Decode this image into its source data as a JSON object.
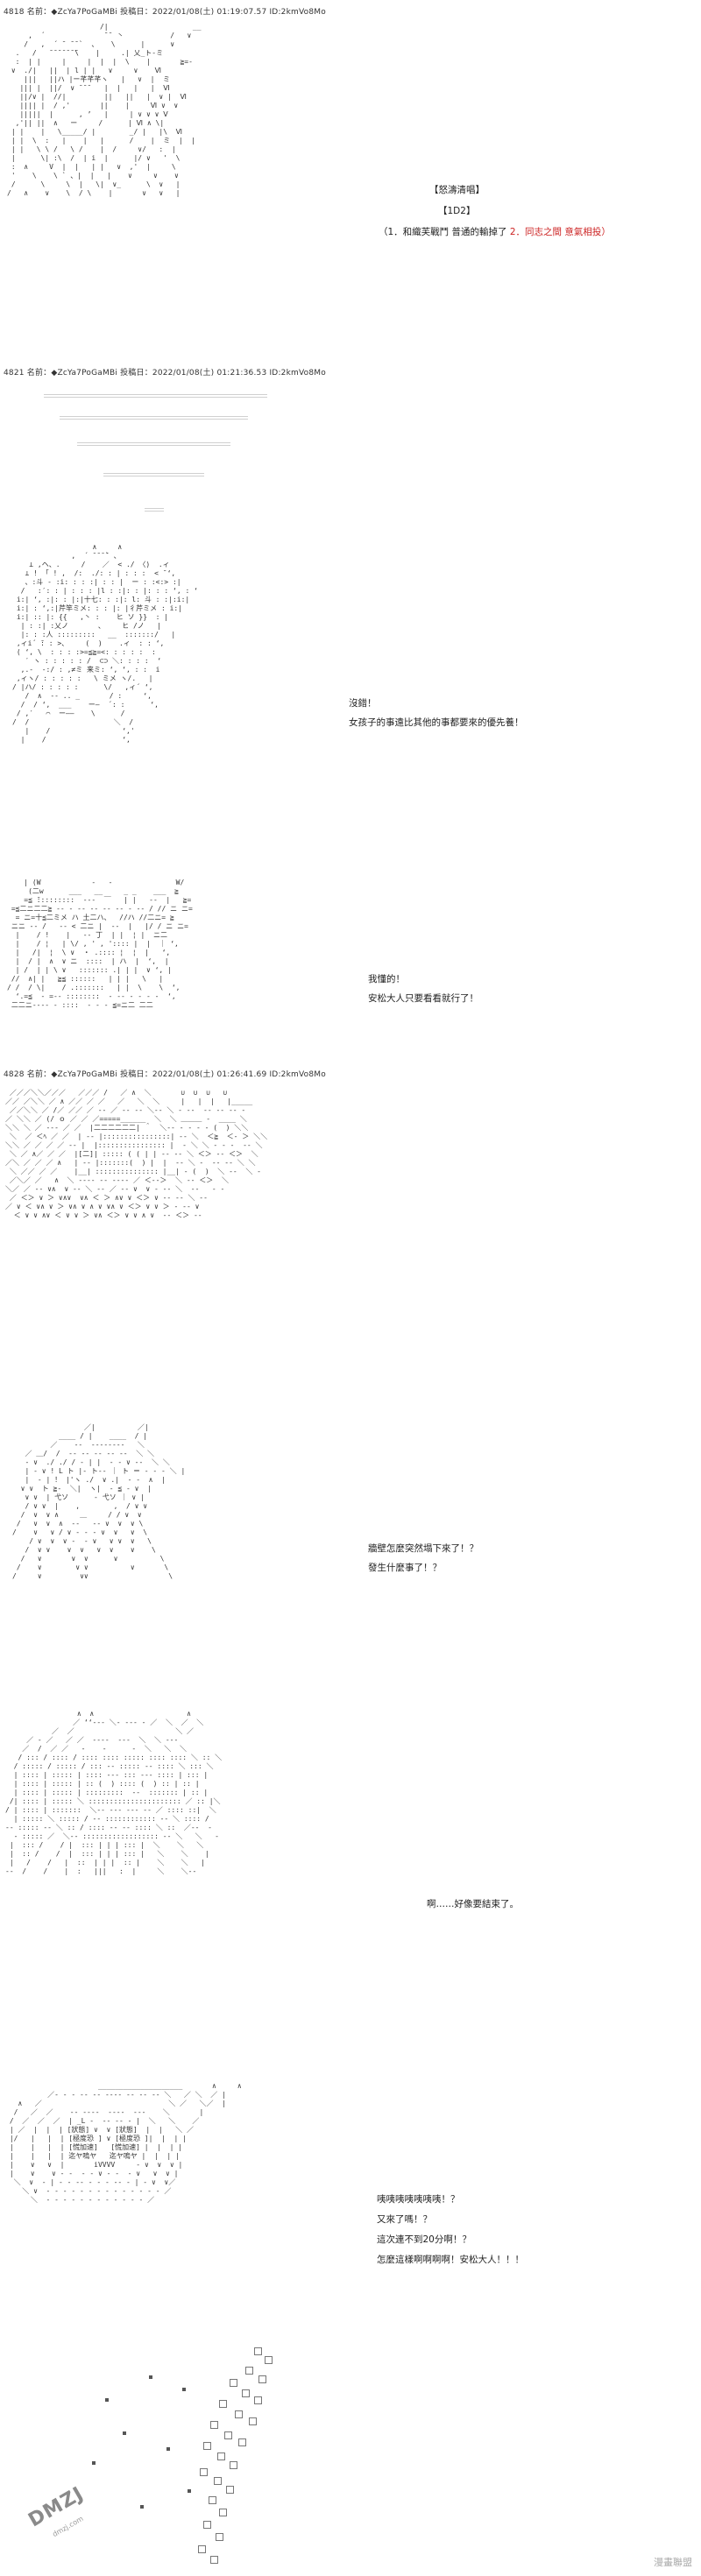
{
  "posts": [
    {
      "header": "4818 名前：◆ZcYa7PoGaMBi 投稿日：2022/01/08(土) 01:19:07.57 ID:2kmVo8Mo"
    },
    {
      "header": "4821 名前：◆ZcYa7PoGaMBi 投稿日：2022/01/08(土) 01:21:36.53 ID:2kmVo8Mo"
    },
    {
      "header": "4828 名前：◆ZcYa7PoGaMBi 投稿日：2022/01/08(土) 01:26:41.69 ID:2kmVo8Mo"
    }
  ],
  "scene1": {
    "vote_title": "【怒濤清唱】",
    "vote_roll": "【1D2】",
    "option1": "（1．和織芙戰鬥 普通的輸掉了",
    "option2": "2．同志之間 意氣相投）"
  },
  "scene2": {
    "lines": [
      "沒錯！",
      "女孩子的事遠比其他的事都要來的優先養！"
    ]
  },
  "scene3": {
    "lines": [
      "我懂的！",
      "安松大人只要看看就行了！"
    ]
  },
  "scene4": {
    "lines": [
      "牆壁怎麼突然塌下來了！？",
      "發生什麼事了！？"
    ]
  },
  "scene5": {
    "lines": [
      "啊……好像要結束了。"
    ]
  },
  "scene6": {
    "lines": [
      "咦咦咦咦咦咦咦！？",
      "又來了嗎！？",
      "這次連不到20分啊！？",
      "怎麼這樣啊啊啊啊！安松大人！！！"
    ]
  },
  "footer": {
    "watermark": "DMZJ",
    "watermark_sub": "dmzj.com",
    "site_mark": "漫畫聯盟"
  }
}
